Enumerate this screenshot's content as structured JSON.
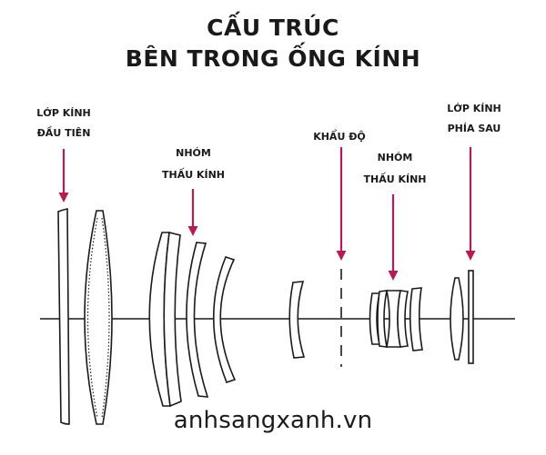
{
  "title": {
    "line1": "CẤU TRÚC",
    "line2": "BÊN TRONG ỐNG KÍNH"
  },
  "labels": {
    "first_element": {
      "line1": "LỚP KÍNH",
      "line2": "ĐẦU TIÊN"
    },
    "lens_group_1": {
      "line1": "NHÓM",
      "line2": "THẤU KÍNH"
    },
    "aperture": {
      "line1": "KHẨU ĐỘ"
    },
    "lens_group_2": {
      "line1": "NHÓM",
      "line2": "THẤU KÍNH"
    },
    "rear_element": {
      "line1": "LỚP KÍNH",
      "line2": "PHÍA SAU"
    }
  },
  "watermark": "anhsangxanh.vn",
  "colors": {
    "arrow": "#b31c55",
    "ink": "#1a1a1a",
    "background": "#ffffff"
  }
}
